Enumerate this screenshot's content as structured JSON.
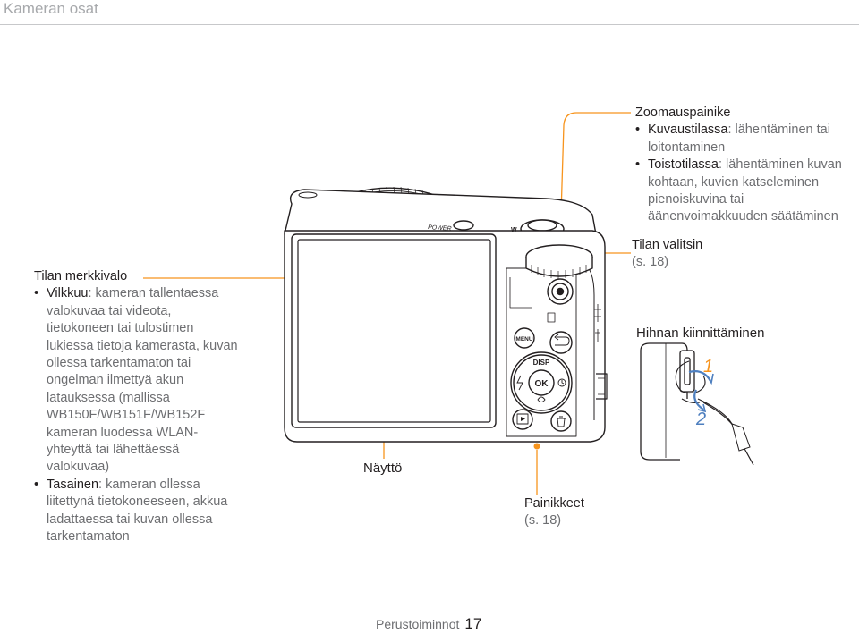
{
  "header": {
    "section_title": "Kameran osat"
  },
  "callouts": {
    "mode_indicator": {
      "title": "Tilan merkkivalo",
      "items": [
        {
          "term": "Vilkkuu",
          "text": ": kameran tallentaessa valokuvaa tai videota, tietokoneen tai tulostimen lukiessa tietoja kamerasta, kuvan ollessa tarkentamaton tai ongelman ilmettyä akun latauksessa (mallissa WB150F/WB151F/WB152F kameran luodessa WLAN-yhteyttä tai lähettäessä valokuvaa)"
        },
        {
          "term": "Tasainen",
          "text": ": kameran ollessa liitettynä tietokoneeseen, akkua ladattaessa tai kuvan ollessa tarkentamaton"
        }
      ]
    },
    "zoom_button": {
      "title": "Zoomauspainike",
      "items": [
        {
          "term": "Kuvaustilassa",
          "text": ": lähentäminen tai loitontaminen"
        },
        {
          "term": "Toistotilassa",
          "text": ": lähentäminen kuvan kohtaan, kuvien katseleminen pienoiskuvina tai äänenvoimakkuuden säätäminen"
        }
      ]
    },
    "mode_dial": {
      "title": "Tilan valitsin",
      "ref": "(s. 18)"
    },
    "strap": {
      "title": "Hihnan kiinnittäminen"
    },
    "display": {
      "title": "Näyttö"
    },
    "buttons": {
      "title": "Painikkeet",
      "ref": "(s. 18)"
    }
  },
  "camera": {
    "power_label": "POWER",
    "menu_label": "MENU",
    "disp_label": "DISP",
    "ok_label": "OK",
    "zoom_mark": "W"
  },
  "strap_steps": {
    "step1": "1",
    "step2": "2"
  },
  "footer": {
    "section": "Perustoiminnot",
    "page": "17"
  },
  "colors": {
    "accent": "#f7941d",
    "line": "#231f20",
    "muted": "#6d6e71",
    "strap_arrow": "#4e7fbf"
  }
}
